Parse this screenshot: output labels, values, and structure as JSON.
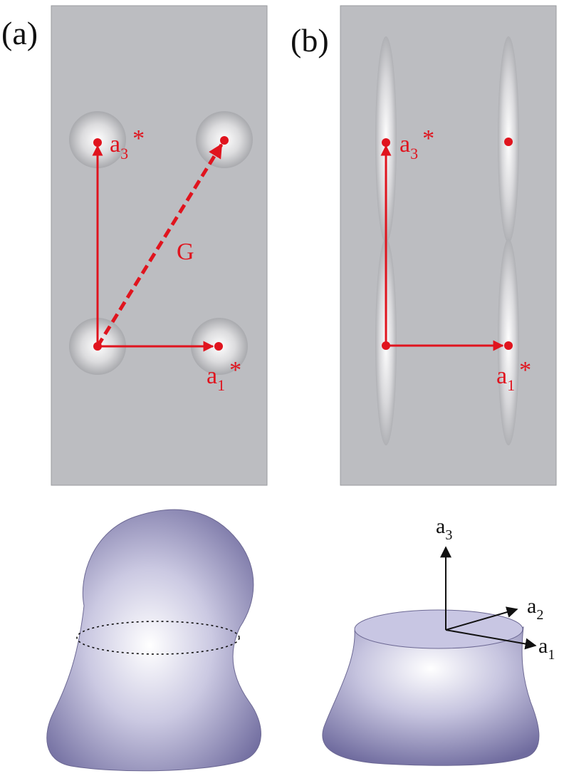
{
  "panels": {
    "a": {
      "label": "(a)"
    },
    "b": {
      "label": "(b)"
    }
  },
  "labels": {
    "a3star": {
      "base": "a",
      "sub": "3",
      "sup": "*"
    },
    "a1star": {
      "base": "a",
      "sub": "1",
      "sup": "*"
    },
    "G": "G"
  },
  "axes": {
    "a1": {
      "base": "a",
      "sub": "1"
    },
    "a2": {
      "base": "a",
      "sub": "2"
    },
    "a3": {
      "base": "a",
      "sub": "3"
    }
  },
  "colors": {
    "panel_bg": "#bcbdc1",
    "vector_red": "#e0141e",
    "surface_purple": "#8b88b5",
    "axis_black": "#111111"
  }
}
